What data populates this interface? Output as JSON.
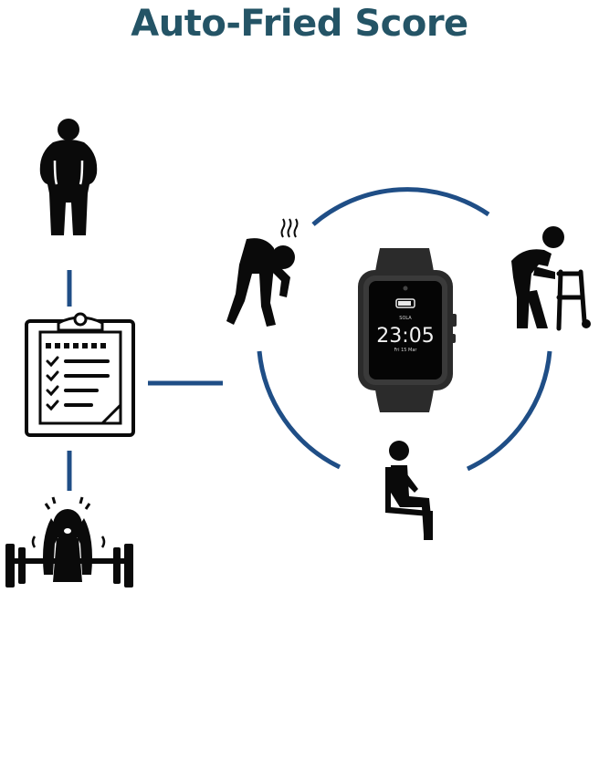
{
  "title": "Auto-Fried Score",
  "colors": {
    "title": "#245466",
    "connector": "#1f4e86",
    "icon": "#0a0a0a",
    "watch_body": "#2b2b2b",
    "watch_screen": "#050505"
  },
  "watch": {
    "brand": "SOLA",
    "time": "23:05",
    "date": "Fri 15 Mar"
  },
  "icons": {
    "weight": "obese-person-icon",
    "questionnaire": "clipboard-checklist-icon",
    "strength": "weightlifter-icon",
    "exhaustion": "exhausted-person-icon",
    "walking": "walker-elderly-icon",
    "activity": "seated-person-icon",
    "device": "smartwatch-icon"
  }
}
